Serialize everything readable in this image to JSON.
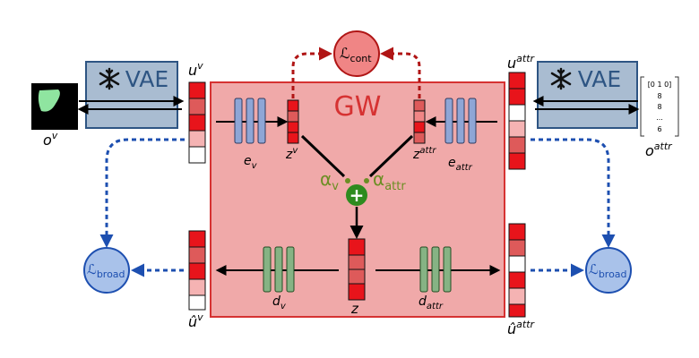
{
  "gw": {
    "title": "GW"
  },
  "vae": {
    "left_label": "VAE",
    "right_label": "VAE"
  },
  "latents": {
    "u_v": "u",
    "u_v_sup": "v",
    "u_attr": "u",
    "u_attr_sup": "attr",
    "u_hat_v": "û",
    "u_hat_v_sup": "v",
    "u_hat_attr": "û",
    "u_hat_attr_sup": "attr"
  },
  "observations": {
    "o_v": "o",
    "o_v_sup": "v",
    "o_attr": "o",
    "o_attr_sup": "attr",
    "attr_vector": [
      "[0 1 0]",
      "8",
      "8",
      "...",
      "6"
    ]
  },
  "encoders": {
    "e_v": "e",
    "e_v_sub": "v",
    "e_attr": "e",
    "e_attr_sub": "attr"
  },
  "decoders": {
    "d_v": "d",
    "d_v_sub": "v",
    "d_attr": "d",
    "d_attr_sub": "attr"
  },
  "gw_states": {
    "z_v": "z",
    "z_v_sup": "v",
    "z_attr": "z",
    "z_attr_sup": "attr",
    "z": "z"
  },
  "fusion": {
    "alpha_v": "α",
    "alpha_v_sub": "v",
    "alpha_attr": "α",
    "alpha_attr_sub": "attr",
    "plus": "+"
  },
  "losses": {
    "cont": "ℒ",
    "cont_sub": "cont",
    "broad_left": "ℒ",
    "broad_left_sub": "broad",
    "broad_right": "ℒ",
    "broad_right_sub": "broad"
  },
  "colors": {
    "gw_fill": "#f0a9a9",
    "gw_stroke": "#d63232",
    "vae_fill": "#a9bcd1",
    "vae_stroke": "#2e5583",
    "encoder_fill": "#8ea6d6",
    "decoder_fill": "#86b384",
    "cont_fill": "#f08585",
    "cont_stroke": "#b01515",
    "broad_fill": "#a9c2ea",
    "broad_stroke": "#1d4fb0",
    "fusion_green": "#2e8b1f",
    "alpha_green": "#6b8e23"
  }
}
